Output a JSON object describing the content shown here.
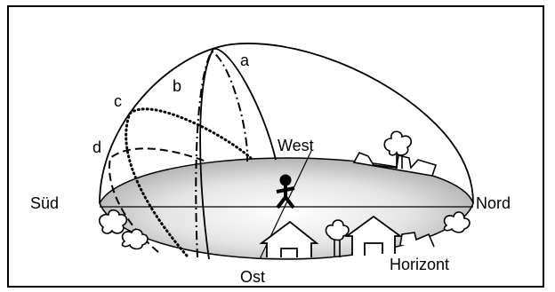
{
  "labels": {
    "south": "Süd",
    "north": "Nord",
    "east": "Ost",
    "west": "West",
    "horizon": "Horizont",
    "path_a": "a",
    "path_b": "b",
    "path_c": "c",
    "path_d": "d"
  },
  "colors": {
    "stroke": "#000000",
    "ground_light": "#ffffff",
    "ground_dark": "#a0a0a0"
  }
}
